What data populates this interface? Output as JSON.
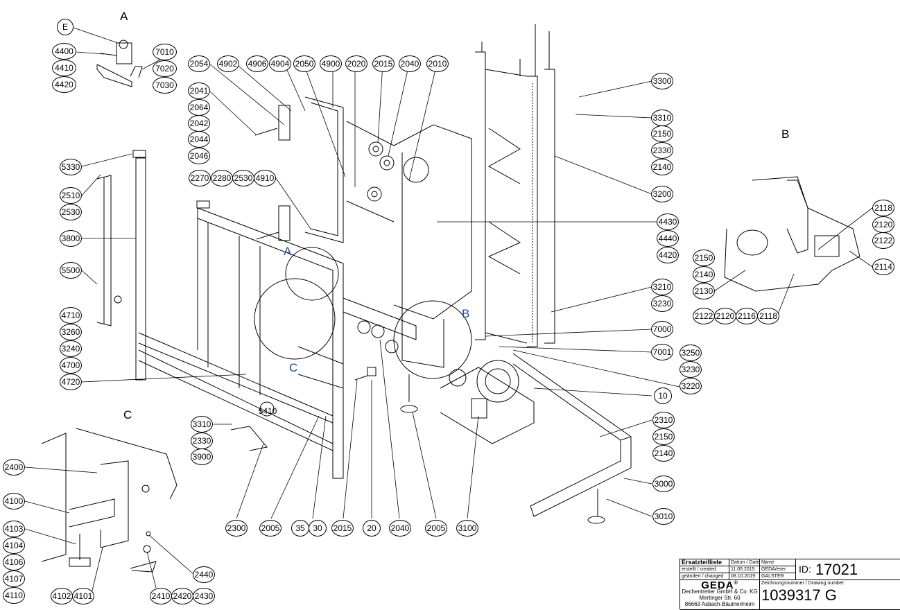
{
  "view_labels": {
    "detail_a": "A",
    "detail_b": "B",
    "detail_c": "C",
    "main_a": "A",
    "main_b": "B",
    "main_c": "C"
  },
  "balloons": {
    "detail_a": [
      "E",
      "4400",
      "4410",
      "4420",
      "7010",
      "7020",
      "7030"
    ],
    "top_row": [
      "2054",
      "4902",
      "4906",
      "4904",
      "2050",
      "4900",
      "2020",
      "2015",
      "2040",
      "2010"
    ],
    "left_column_top": [
      "2041",
      "2064",
      "2042",
      "2044",
      "2046"
    ],
    "mid_row": [
      "2270",
      "2280",
      "2530",
      "4910"
    ],
    "left_column": [
      "5330",
      "2510",
      "2530",
      "3800",
      "5500",
      "4710",
      "3260",
      "3240",
      "4700",
      "4720"
    ],
    "right_mast": [
      "3300",
      "3310",
      "2150",
      "2330",
      "2140",
      "3200",
      "4430",
      "4440",
      "4420",
      "3210",
      "3230",
      "7000",
      "7001",
      "3250",
      "3230",
      "3220",
      "10"
    ],
    "detail_b": [
      "2118",
      "2120",
      "2122",
      "2150",
      "2140",
      "2130",
      "2114",
      "2122",
      "2120",
      "2116",
      "2118"
    ],
    "base_right": [
      "2310",
      "2150",
      "2140",
      "3000",
      "3010"
    ],
    "center_bottom": [
      "3310",
      "2330",
      "3900",
      "5410",
      "2300",
      "2005",
      "35",
      "30",
      "2015",
      "20",
      "2040",
      "2005",
      "3100"
    ],
    "detail_c": [
      "2400",
      "4100",
      "4103",
      "4104",
      "4106",
      "4107",
      "4110",
      "4102",
      "4101",
      "2440",
      "2410",
      "2420",
      "2430"
    ]
  },
  "title_block": {
    "header": "Ersatzteilliste",
    "date_header": "Datum / Date",
    "name_header": "Name",
    "created_label": "erstellt / created",
    "created_date": "11.05.2015",
    "created_name": "GEDA/eser",
    "changed_label": "geändert / changed",
    "changed_date": "08.10.2019",
    "changed_name": "GALSTER",
    "id_label": "ID:",
    "id_value": "17021",
    "logo": "GEDA",
    "registered": "®",
    "company": "Dechentreiter GmbH & Co. KG",
    "street": "Mertinger Str. 60",
    "city": "86663 Asbach-Bäumenheim",
    "drawing_number_label": "Zeichnungsnummer / Drawing number:",
    "drawing_number": "1039317 G"
  }
}
